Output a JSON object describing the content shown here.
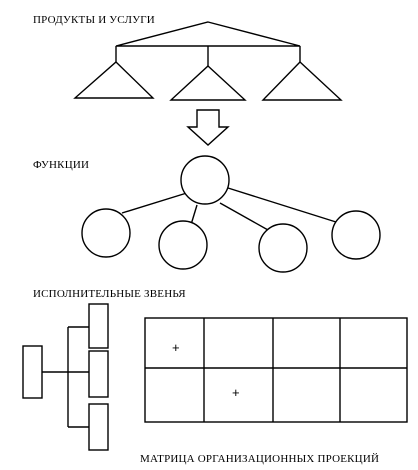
{
  "labels": {
    "products": "ПРОДУКТЫ И УСЛУГИ",
    "functions": "ФУНКЦИИ",
    "units": "ИСПОЛНИТЕЛЬНЫЕ ЗВЕНЬЯ",
    "matrix": "МАТРИЦА ОРГАНИЗАЦИОННЫХ ПРОЕКЦИЙ"
  },
  "matrix": {
    "rows": 2,
    "cols": 4,
    "marks": [
      {
        "row": 0,
        "col": 0,
        "text": "+"
      },
      {
        "row": 1,
        "col": 1,
        "text": "+"
      }
    ]
  },
  "colors": {
    "stroke": "#000000",
    "background": "#ffffff"
  }
}
